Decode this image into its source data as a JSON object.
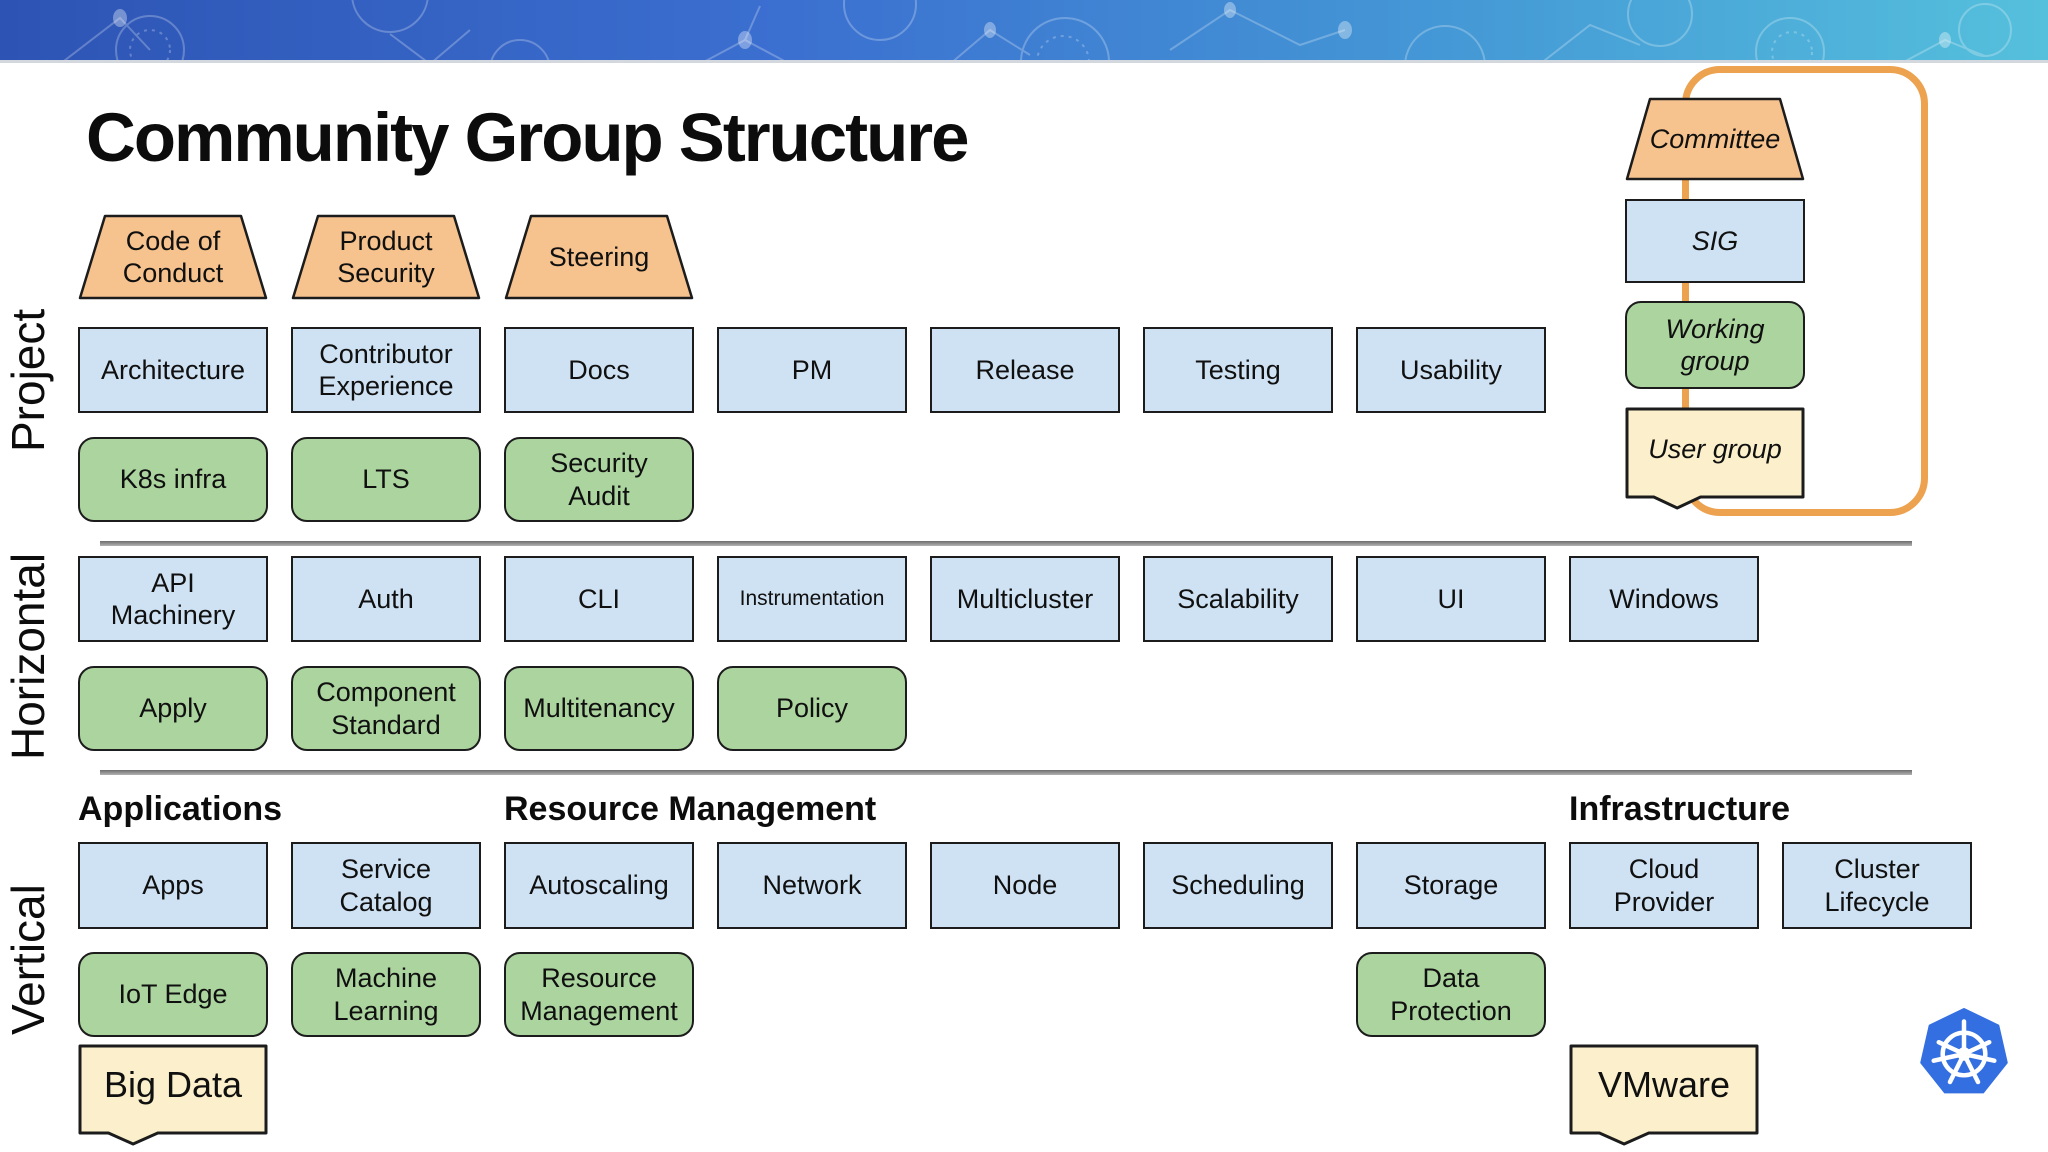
{
  "title": "Community Group Structure",
  "row_labels": {
    "project": "Project",
    "horizontal": "Horizontal",
    "vertical": "Vertical"
  },
  "committees": [
    {
      "label": "Code of\nConduct",
      "col": 1
    },
    {
      "label": "Product\nSecurity",
      "col": 2
    },
    {
      "label": "Steering",
      "col": 3
    }
  ],
  "sections": {
    "project": {
      "sigs": [
        {
          "label": "Architecture",
          "col": 1
        },
        {
          "label": "Contributor\nExperience",
          "col": 2
        },
        {
          "label": "Docs",
          "col": 3
        },
        {
          "label": "PM",
          "col": 4
        },
        {
          "label": "Release",
          "col": 5
        },
        {
          "label": "Testing",
          "col": 6
        },
        {
          "label": "Usability",
          "col": 7
        }
      ],
      "working_groups": [
        {
          "label": "K8s infra",
          "col": 1
        },
        {
          "label": "LTS",
          "col": 2
        },
        {
          "label": "Security\nAudit",
          "col": 3
        }
      ]
    },
    "horizontal": {
      "sigs": [
        {
          "label": "API\nMachinery",
          "col": 1
        },
        {
          "label": "Auth",
          "col": 2
        },
        {
          "label": "CLI",
          "col": 3
        },
        {
          "label": "Instrumentation",
          "col": 4,
          "small": true
        },
        {
          "label": "Multicluster",
          "col": 5
        },
        {
          "label": "Scalability",
          "col": 6
        },
        {
          "label": "UI",
          "col": 7
        },
        {
          "label": "Windows",
          "col": 8
        }
      ],
      "working_groups": [
        {
          "label": "Apply",
          "col": 1
        },
        {
          "label": "Component\nStandard",
          "col": 2
        },
        {
          "label": "Multitenancy",
          "col": 3
        },
        {
          "label": "Policy",
          "col": 4
        }
      ]
    },
    "vertical": {
      "headers": [
        {
          "label": "Applications",
          "col": 1
        },
        {
          "label": "Resource Management",
          "col": 3
        },
        {
          "label": "Infrastructure",
          "col": 8
        }
      ],
      "sigs": [
        {
          "label": "Apps",
          "col": 1
        },
        {
          "label": "Service\nCatalog",
          "col": 2
        },
        {
          "label": "Autoscaling",
          "col": 3
        },
        {
          "label": "Network",
          "col": 4
        },
        {
          "label": "Node",
          "col": 5
        },
        {
          "label": "Scheduling",
          "col": 6
        },
        {
          "label": "Storage",
          "col": 7
        },
        {
          "label": "Cloud\nProvider",
          "col": 8
        },
        {
          "label": "Cluster\nLifecycle",
          "col": 9
        }
      ],
      "working_groups": [
        {
          "label": "IoT Edge",
          "col": 1
        },
        {
          "label": "Machine\nLearning",
          "col": 2
        },
        {
          "label": "Resource\nManagement",
          "col": 3
        },
        {
          "label": "Data\nProtection",
          "col": 7
        }
      ],
      "user_groups": [
        {
          "label": "Big Data",
          "col": 1
        },
        {
          "label": "VMware",
          "col": 8
        }
      ]
    }
  },
  "legend": {
    "items": [
      {
        "label": "Committee",
        "type": "committee"
      },
      {
        "label": "SIG",
        "type": "sig"
      },
      {
        "label": "Working\ngroup",
        "type": "wg"
      },
      {
        "label": "User group",
        "type": "ug"
      }
    ]
  },
  "logo": "kubernetes-logo",
  "colors": {
    "committee": "#F6C28E",
    "sig": "#CFE2F3",
    "working_group": "#ABD49F",
    "user_group": "#FBF0CB",
    "legend_border": "#ECA24F",
    "banner_left": "#2D54B4",
    "banner_right": "#55C0DC",
    "kubernetes_blue": "#336FE0",
    "border": "#1C1C1C"
  }
}
